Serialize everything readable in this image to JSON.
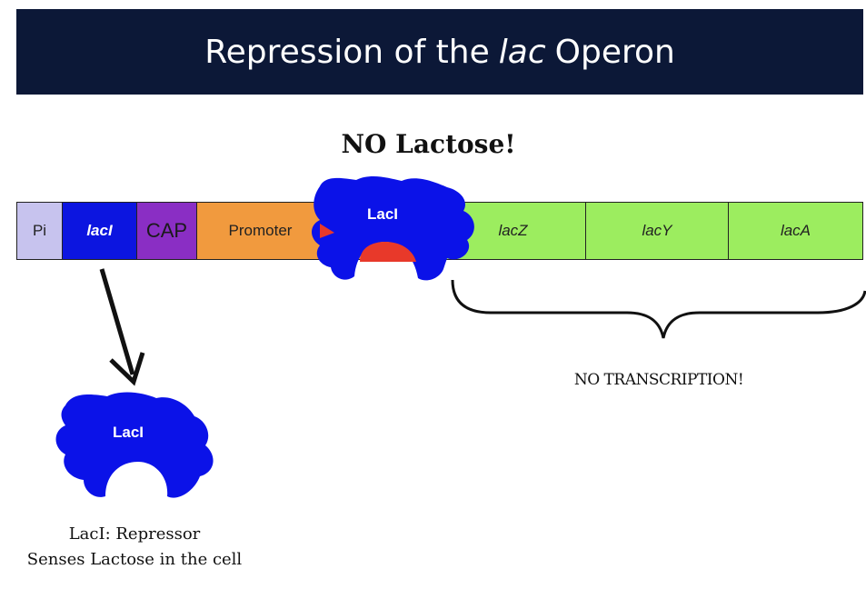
{
  "title": {
    "before": "Repression of the",
    "italic": "lac",
    "after": "Operon"
  },
  "heading": "NO Lactose!",
  "dna_segments": {
    "pi": "Pi",
    "laci": "lacI",
    "cap": "CAP",
    "promoter": "Promoter",
    "lacz": "lacZ",
    "lacy": "lacY",
    "laca": "lacA"
  },
  "bound_repressor_label": "LacI",
  "free_repressor_label": "LacI",
  "no_transcription": "NO TRANSCRIPTION!",
  "caption": {
    "line1": "LacI: Repressor",
    "line2": "Senses Lactose in the cell"
  },
  "colors": {
    "title_bg": "#0c1837",
    "pi": "#c7c3ee",
    "laci": "#0c15e0",
    "cap": "#8a2ec4",
    "promoter": "#f19a3e",
    "genes": "#9ced5f",
    "repressor": "#0b12e8",
    "operator_bound": "#e8392a"
  }
}
